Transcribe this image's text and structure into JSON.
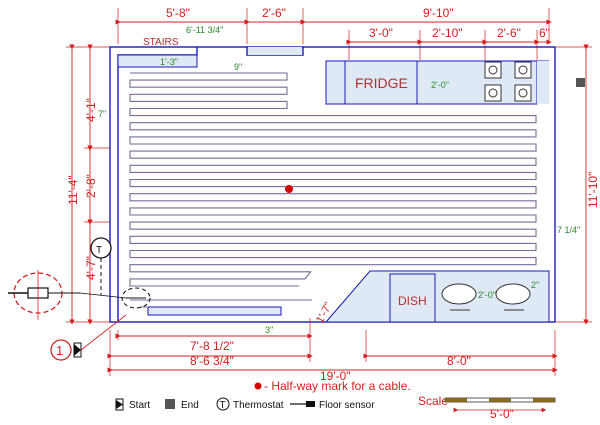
{
  "dimensions": {
    "top_5_8": "5'-8\"",
    "top_2_6": "2'-6\"",
    "top_9_10": "9'-10\"",
    "top_3_0": "3'-0\"",
    "top_2_10": "2'-10\"",
    "top_2_6b": "2'-6\"",
    "top_6": "6\"",
    "left_4_1": "4'-1\"",
    "left_11_4": "11'-4\"",
    "left_2_8": "2'-8\"",
    "left_4_7": "4'-7\"",
    "right_11_10": "11'-10\"",
    "bottom_7_8": "7'-8 1/2\"",
    "bottom_8_6": "8'-6 3/4\"",
    "bottom_19_0": "19'-0\"",
    "bottom_8_0": "8'-0\"",
    "diag_1_7": "1'-7\""
  },
  "inner": {
    "g_6_11": "6'-11 3/4\"",
    "g_1_3": "1'-3\"",
    "g_9": "9\"",
    "g_2_0_fridge": "2'-0\"",
    "g_7": "7\"",
    "g_7_14": "7 1/4\"",
    "g_3": "3\"",
    "g_2_0_sink": "2'-0\"",
    "g_2": "2\""
  },
  "rooms": {
    "stairs": "STAIRS",
    "fridge": "FRIDGE",
    "dish": "DISH"
  },
  "markers": {
    "thermostat": "T",
    "start_number": "1"
  },
  "legend": {
    "halfway": "- Half-way mark for a cable.",
    "start": "Start",
    "end": "End",
    "thermostat": "Thermostat",
    "floor_sensor": "Floor sensor",
    "scale": "Scale",
    "scale_value": "5'-0\""
  },
  "colors": {
    "wall": "#1a1ab8",
    "cable": "#7a6a9a",
    "room_fill": "#dfe9f6",
    "dimension": "#d31f1f",
    "note": "#2a8a2a",
    "halfway": "#d40000"
  }
}
